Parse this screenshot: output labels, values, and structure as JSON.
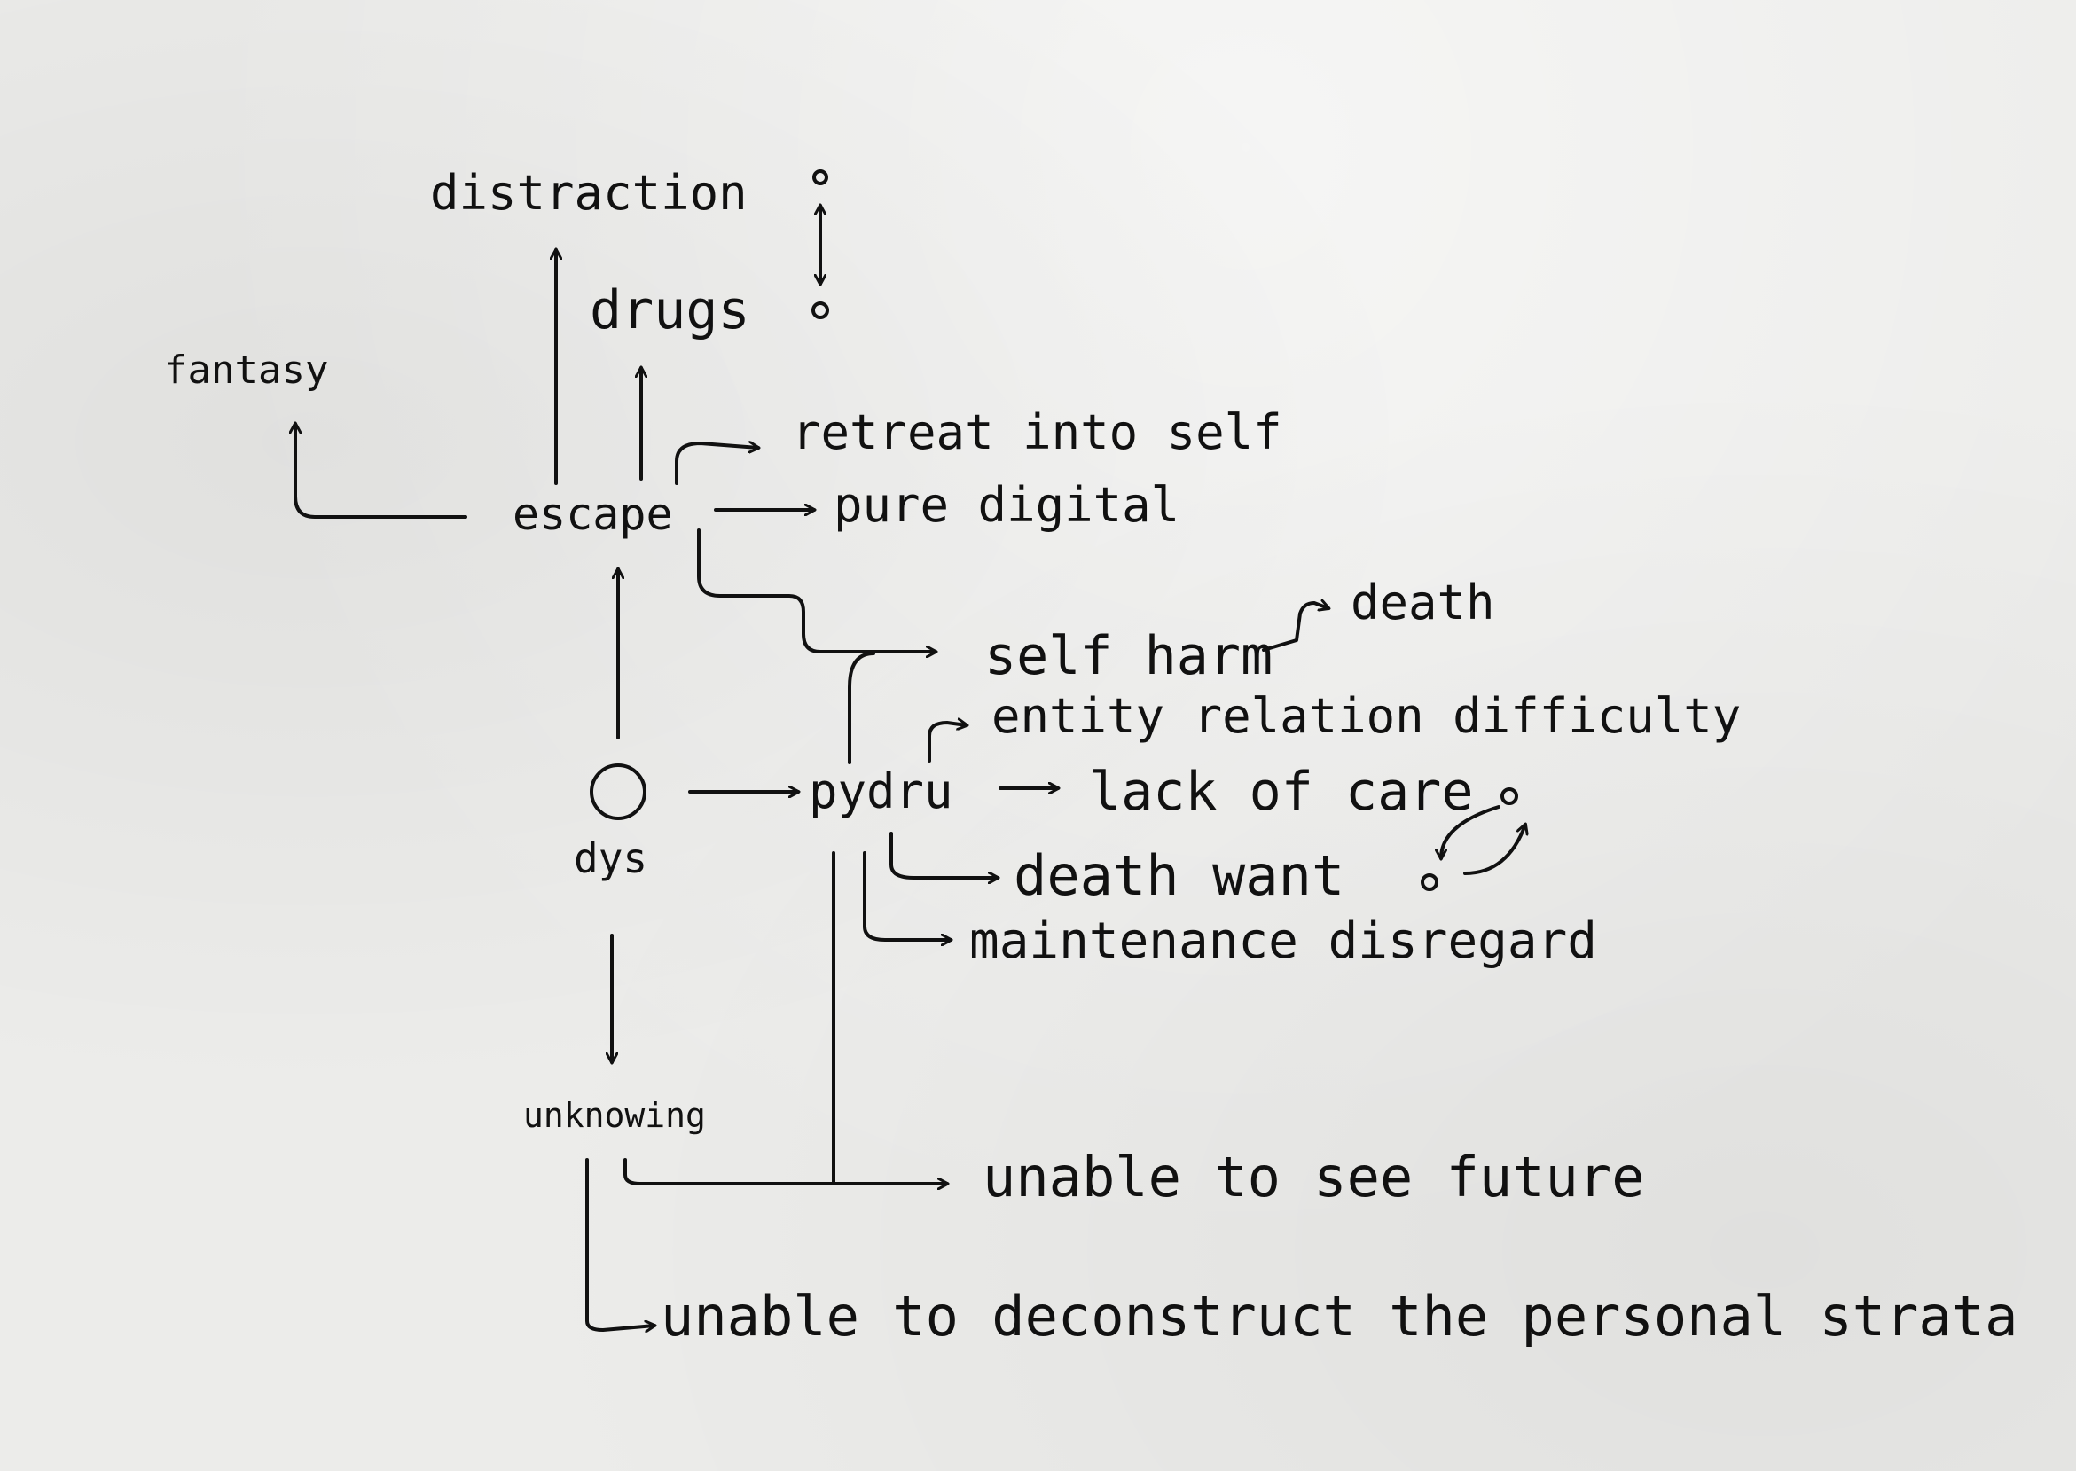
{
  "diagram": {
    "ink_color": "#111111",
    "paper_color": "#ececea",
    "nodes": {
      "distraction": "distraction",
      "drugs": "drugs",
      "fantasy": "fantasy",
      "escape": "escape",
      "retreat_into_self": "retreat into self",
      "pure_digital": "pure digital",
      "death": "death",
      "self_harm": "self harm",
      "entity_relation_difficulty": "entity relation difficulty",
      "dys": "dys",
      "pydru": "pydru",
      "lack_of_care": "lack of care",
      "death_want": "death want",
      "maintenance_disregard": "maintenance disregard",
      "unknowing": "unknowing",
      "unable_to_see_future": "unable to see future",
      "unable_to_deconstruct": "unable to deconstruct the personal strata"
    }
  }
}
